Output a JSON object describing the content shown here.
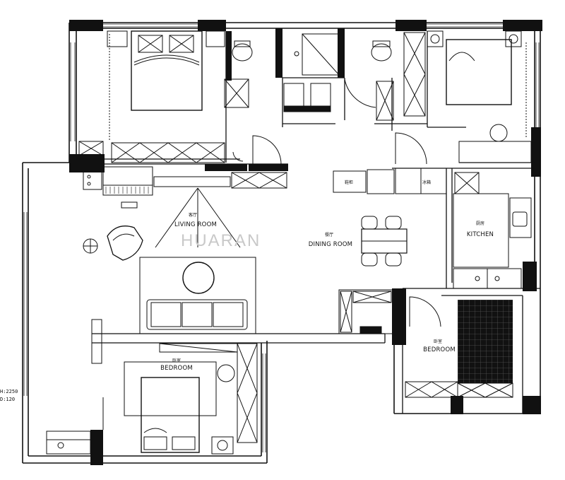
{
  "rooms": {
    "living_room_cn": "客厅",
    "living_room": "LIVING ROOM",
    "dining_room_cn": "餐厅",
    "dining_room": "DINING ROOM",
    "kitchen_cn": "厨房",
    "kitchen": "KITCHEN",
    "bedroom_cn": "卧室",
    "bedroom_bottom": "BEDROOM",
    "bedroom_right": "BEDROOM"
  },
  "fixtures": {
    "fridge_label": "冰箱",
    "cabinet_label": "鞋柜"
  },
  "watermark": "HUARAN",
  "dimensions": {
    "line1": "H:2250",
    "line2": "D:120"
  }
}
